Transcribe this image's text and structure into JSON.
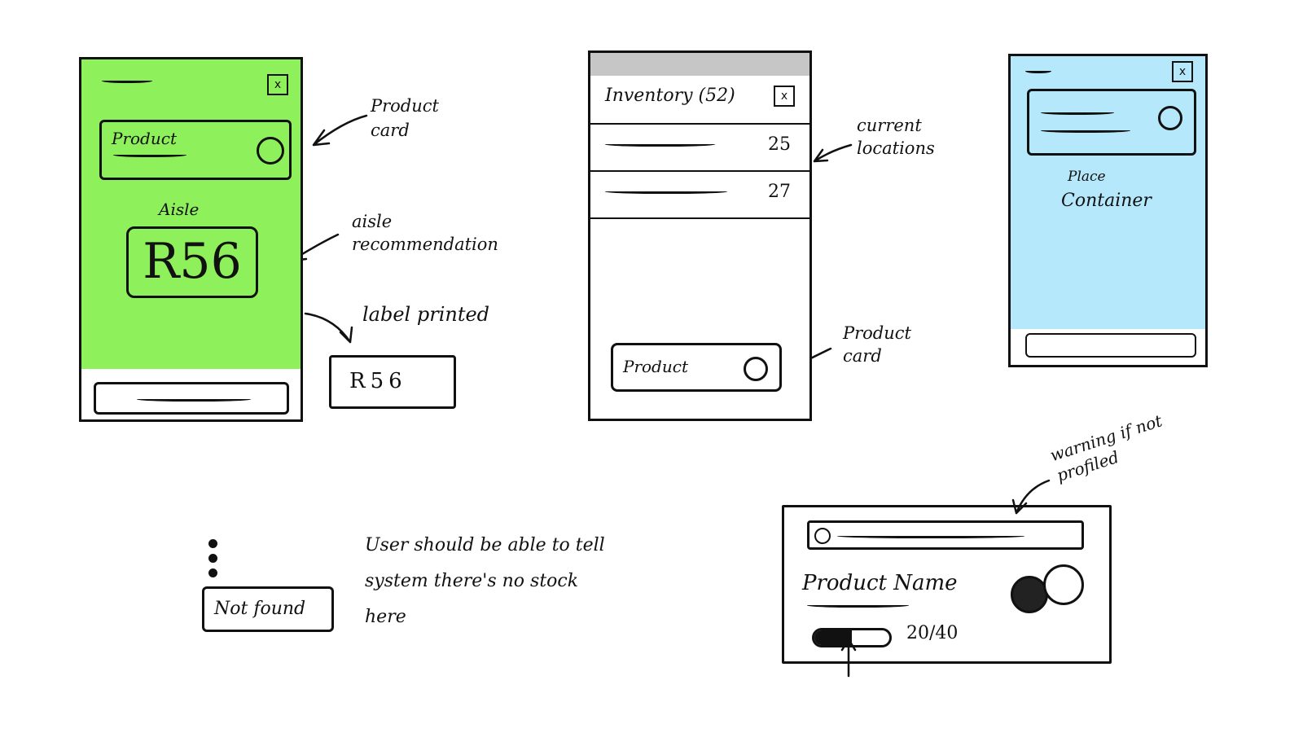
{
  "screen1": {
    "product_label": "Product",
    "aisle_label": "Aisle",
    "aisle_value": "R56",
    "bg": "#8ef05a"
  },
  "annotations1": {
    "product_card": "Product card",
    "aisle_recommendation": "aisle recommendation",
    "label_printed": "label printed",
    "printed_label_value": "R56"
  },
  "screen2": {
    "title": "Inventory (52)",
    "locations": [
      {
        "qty": "25"
      },
      {
        "qty": "27"
      }
    ],
    "product_label": "Product"
  },
  "annotations2": {
    "current_locations": "current locations",
    "product_card": "Product card"
  },
  "screen3": {
    "prompt_line1": "Place",
    "prompt_line2": "Container",
    "bg": "#b5e8fb"
  },
  "not_found": {
    "button_label": "Not found",
    "note": "User should be able to tell system there's no stock here"
  },
  "product_card_detail": {
    "product_name": "Product Name",
    "progress_text": "20/40",
    "progress_fraction": 0.5,
    "warning_note": "warning if not profiled"
  },
  "icons": {
    "close": "x"
  }
}
